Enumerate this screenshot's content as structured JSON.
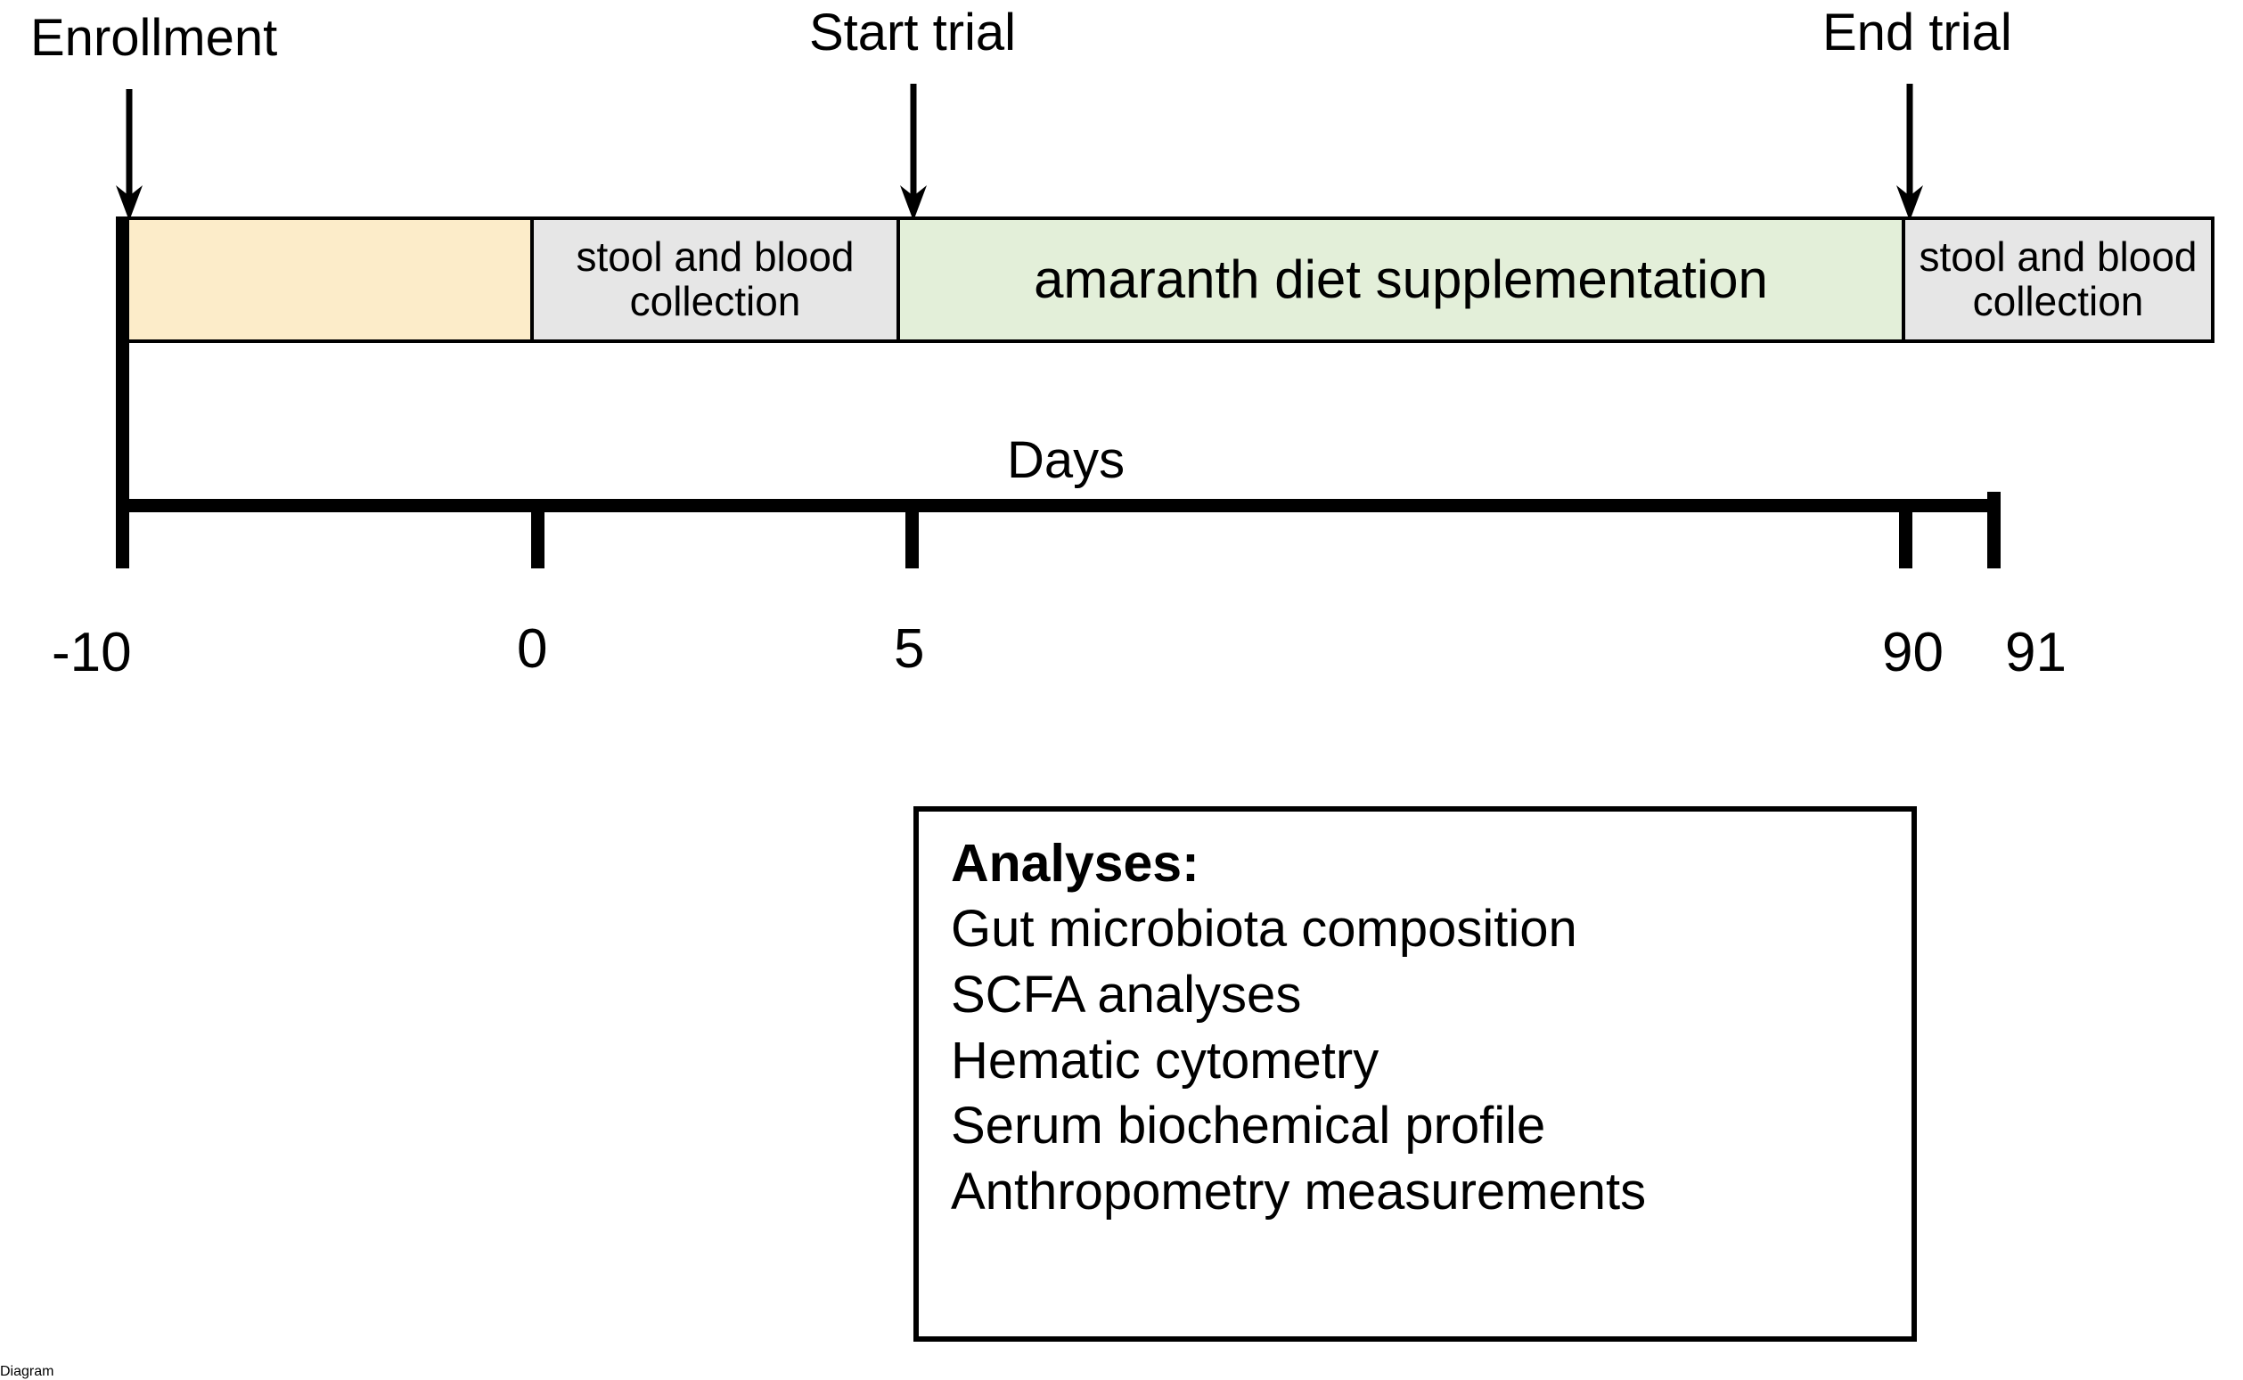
{
  "events": [
    {
      "id": "enrollment",
      "label": "Enrollment",
      "icon": "down-arrow-icon",
      "day": -10
    },
    {
      "id": "start-trial",
      "label": "Start trial",
      "icon": "down-arrow-icon",
      "day": 5
    },
    {
      "id": "end-trial",
      "label": "End trial",
      "icon": "down-arrow-icon",
      "day": 90
    }
  ],
  "phases": [
    {
      "id": "baseline",
      "label": "",
      "color": "#FCECC9",
      "start_day": -10,
      "end_day": 0
    },
    {
      "id": "collection-1",
      "label": "stool and blood collection",
      "color": "#E6E6E6",
      "start_day": 0,
      "end_day": 5
    },
    {
      "id": "supplementation",
      "label": "amaranth diet supplementation",
      "color": "#E3EFD9",
      "start_day": 5,
      "end_day": 90
    },
    {
      "id": "collection-2",
      "label": "stool and blood collection",
      "color": "#E6E6E6",
      "start_day": 90,
      "end_day": 91
    }
  ],
  "axis": {
    "title": "Days",
    "ticks": [
      "-10",
      "0",
      "5",
      "90",
      "91"
    ]
  },
  "analyses": {
    "title": "Analyses:",
    "items": [
      "Gut microbiota composition",
      "SCFA analyses",
      "Hematic cytometry",
      "Serum biochemical profile",
      "Anthropometry measurements"
    ]
  },
  "colors": {
    "baseline": "#FCECC9",
    "collection": "#E6E6E6",
    "supplementation": "#E3EFD9",
    "stroke": "#000000",
    "background": "#FFFFFF"
  },
  "chart_data": {
    "type": "table",
    "title": "Clinical trial timeline",
    "xlabel": "Days",
    "xlim": [
      -10,
      91
    ],
    "categories": [
      "baseline",
      "stool and blood collection",
      "amaranth diet supplementation",
      "stool and blood collection"
    ],
    "values": [
      10,
      5,
      85,
      1
    ],
    "tick_values": [
      -10,
      0,
      5,
      90,
      91
    ],
    "annotations": [
      "Enrollment at day -10",
      "Start trial at day 5",
      "End trial at day 90"
    ],
    "grid": false,
    "legend": "none"
  }
}
